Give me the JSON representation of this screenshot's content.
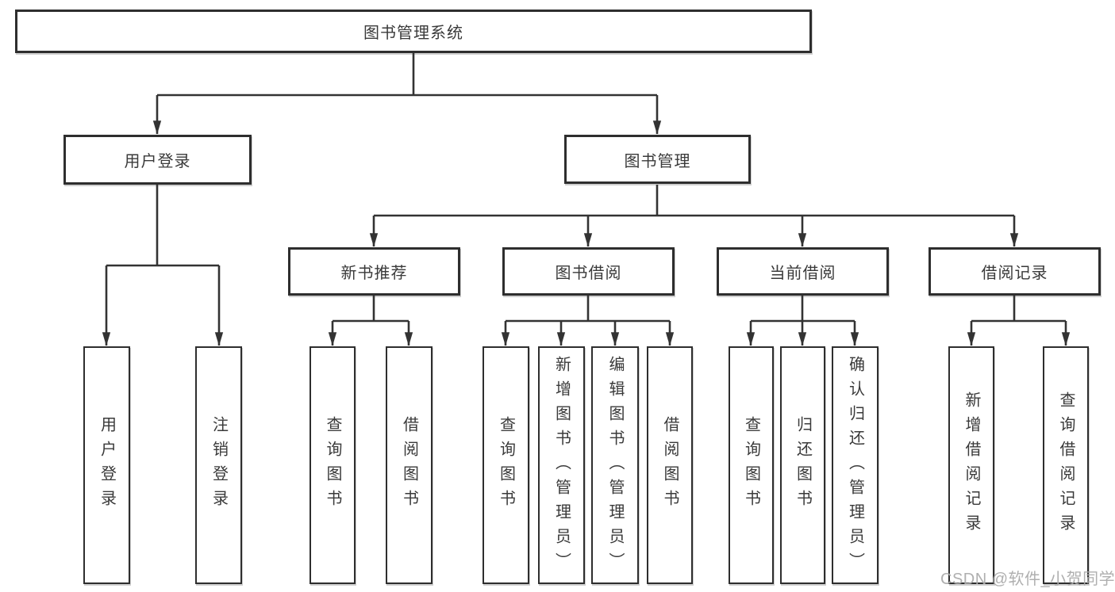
{
  "diagram": {
    "title": "图书管理系统",
    "level2": [
      {
        "label": "用户登录"
      },
      {
        "label": "图书管理"
      }
    ],
    "level3": [
      {
        "label": "新书推荐"
      },
      {
        "label": "图书借阅"
      },
      {
        "label": "当前借阅"
      },
      {
        "label": "借阅记录"
      }
    ],
    "leaves": [
      {
        "label": "用户登录"
      },
      {
        "label": "注销登录"
      },
      {
        "label": "查询图书"
      },
      {
        "label": "借阅图书"
      },
      {
        "label": "查询图书"
      },
      {
        "label": "新增图书（管理员）"
      },
      {
        "label": "编辑图书（管理员）"
      },
      {
        "label": "借阅图书"
      },
      {
        "label": "查询图书"
      },
      {
        "label": "归还图书"
      },
      {
        "label": "确认归还（管理员）"
      },
      {
        "label": "新增借阅记录"
      },
      {
        "label": "查询借阅记录"
      }
    ]
  },
  "watermark": {
    "text": "CSDN @软件_小贺同学"
  },
  "colors": {
    "line": "#333333",
    "box_border": "#2e2e2e",
    "text": "#3a3a3a",
    "watermark": "#ababab",
    "background": "#ffffff"
  }
}
